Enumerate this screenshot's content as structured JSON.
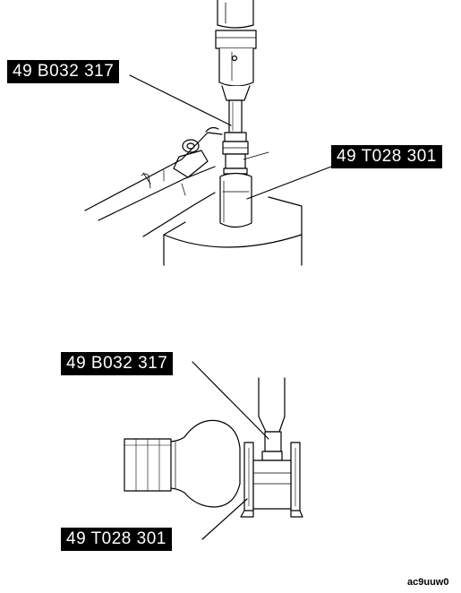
{
  "figure": {
    "top": {
      "label_tool_a": "49 B032 317",
      "label_tool_b": "49 T028 301"
    },
    "bottom": {
      "label_tool_a": "49 B032 317",
      "label_tool_b": "49 T028 301"
    },
    "reference_code": "ac9uuw0"
  }
}
